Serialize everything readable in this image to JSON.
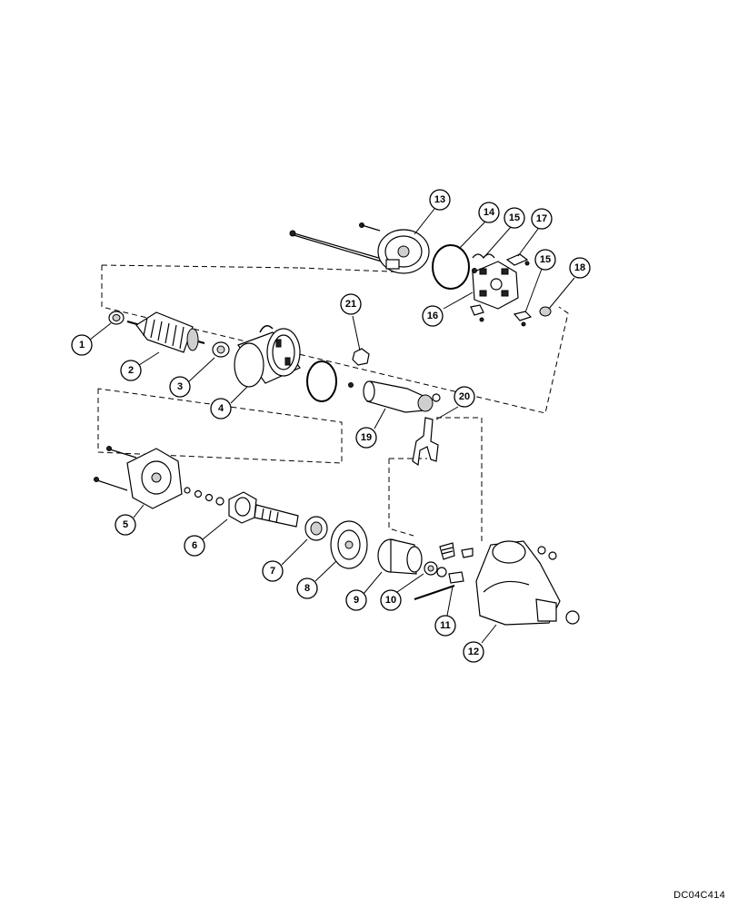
{
  "figure_code": "DC04C414",
  "callouts": [
    "1",
    "2",
    "3",
    "4",
    "5",
    "6",
    "7",
    "8",
    "9",
    "10",
    "11",
    "12",
    "13",
    "14",
    "15",
    "15",
    "16",
    "17",
    "18",
    "19",
    "20",
    "21"
  ]
}
